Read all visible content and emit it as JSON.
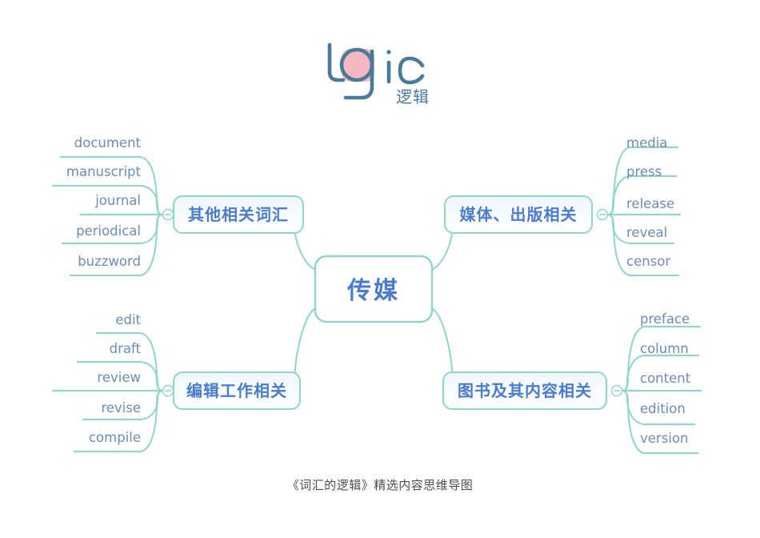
{
  "logo": {
    "wordmark": "logic",
    "subtitle": "逻辑",
    "mark_color": "#4a7a9b",
    "accent_color": "#f6b8c0"
  },
  "caption": "《词汇的逻辑》精选内容思维导图",
  "colors": {
    "connector": "#8ed6c8",
    "branch_text": "#4a7bd0",
    "leaf_text": "#6b8cba",
    "root_text": "#4a7bd0",
    "background": "#ffffff",
    "caption_text": "#4d4d4d"
  },
  "mindmap": {
    "root": {
      "label": "传媒"
    },
    "branches": [
      {
        "id": "top-left",
        "label": "其他相关词汇",
        "side": "left",
        "toggle": "collapse-toggle",
        "leaves": [
          "document",
          "manuscript",
          "journal",
          "periodical",
          "buzzword"
        ]
      },
      {
        "id": "top-right",
        "label": "媒体、出版相关",
        "side": "right",
        "toggle": "collapse-toggle",
        "leaves": [
          "media",
          "press",
          "release",
          "reveal",
          "censor"
        ]
      },
      {
        "id": "bottom-left",
        "label": "编辑工作相关",
        "side": "left",
        "toggle": "collapse-toggle",
        "leaves": [
          "edit",
          "draft",
          "review",
          "revise",
          "compile"
        ]
      },
      {
        "id": "bottom-right",
        "label": "图书及其内容相关",
        "side": "right",
        "toggle": "collapse-toggle",
        "leaves": [
          "preface",
          "column",
          "content",
          "edition",
          "version"
        ]
      }
    ]
  }
}
